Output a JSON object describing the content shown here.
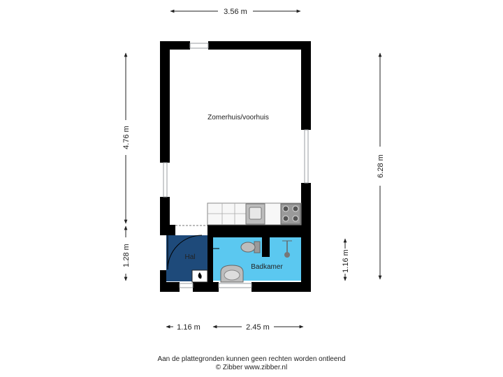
{
  "dimensions": {
    "total_width": "3.56 m",
    "upper_height": "4.76 m",
    "total_height": "6.28 m",
    "lower_left_height": "1.28 m",
    "lower_right_height": "1.16 m",
    "bottom_left_width": "1.16 m",
    "bottom_right_width": "2.45 m"
  },
  "rooms": {
    "main": "Zomerhuis/voorhuis",
    "hall": "Hal",
    "bathroom": "Badkamer"
  },
  "colors": {
    "wall": "#000000",
    "hall": "#1e4a7a",
    "bathroom": "#5bc8f0",
    "window": "#c8ccd0",
    "fixture": "#9a9a9a"
  },
  "footer": {
    "disclaimer": "Aan de plattegronden kunnen geen rechten worden ontleend",
    "copyright": "© Zibber www.zibber.nl"
  }
}
